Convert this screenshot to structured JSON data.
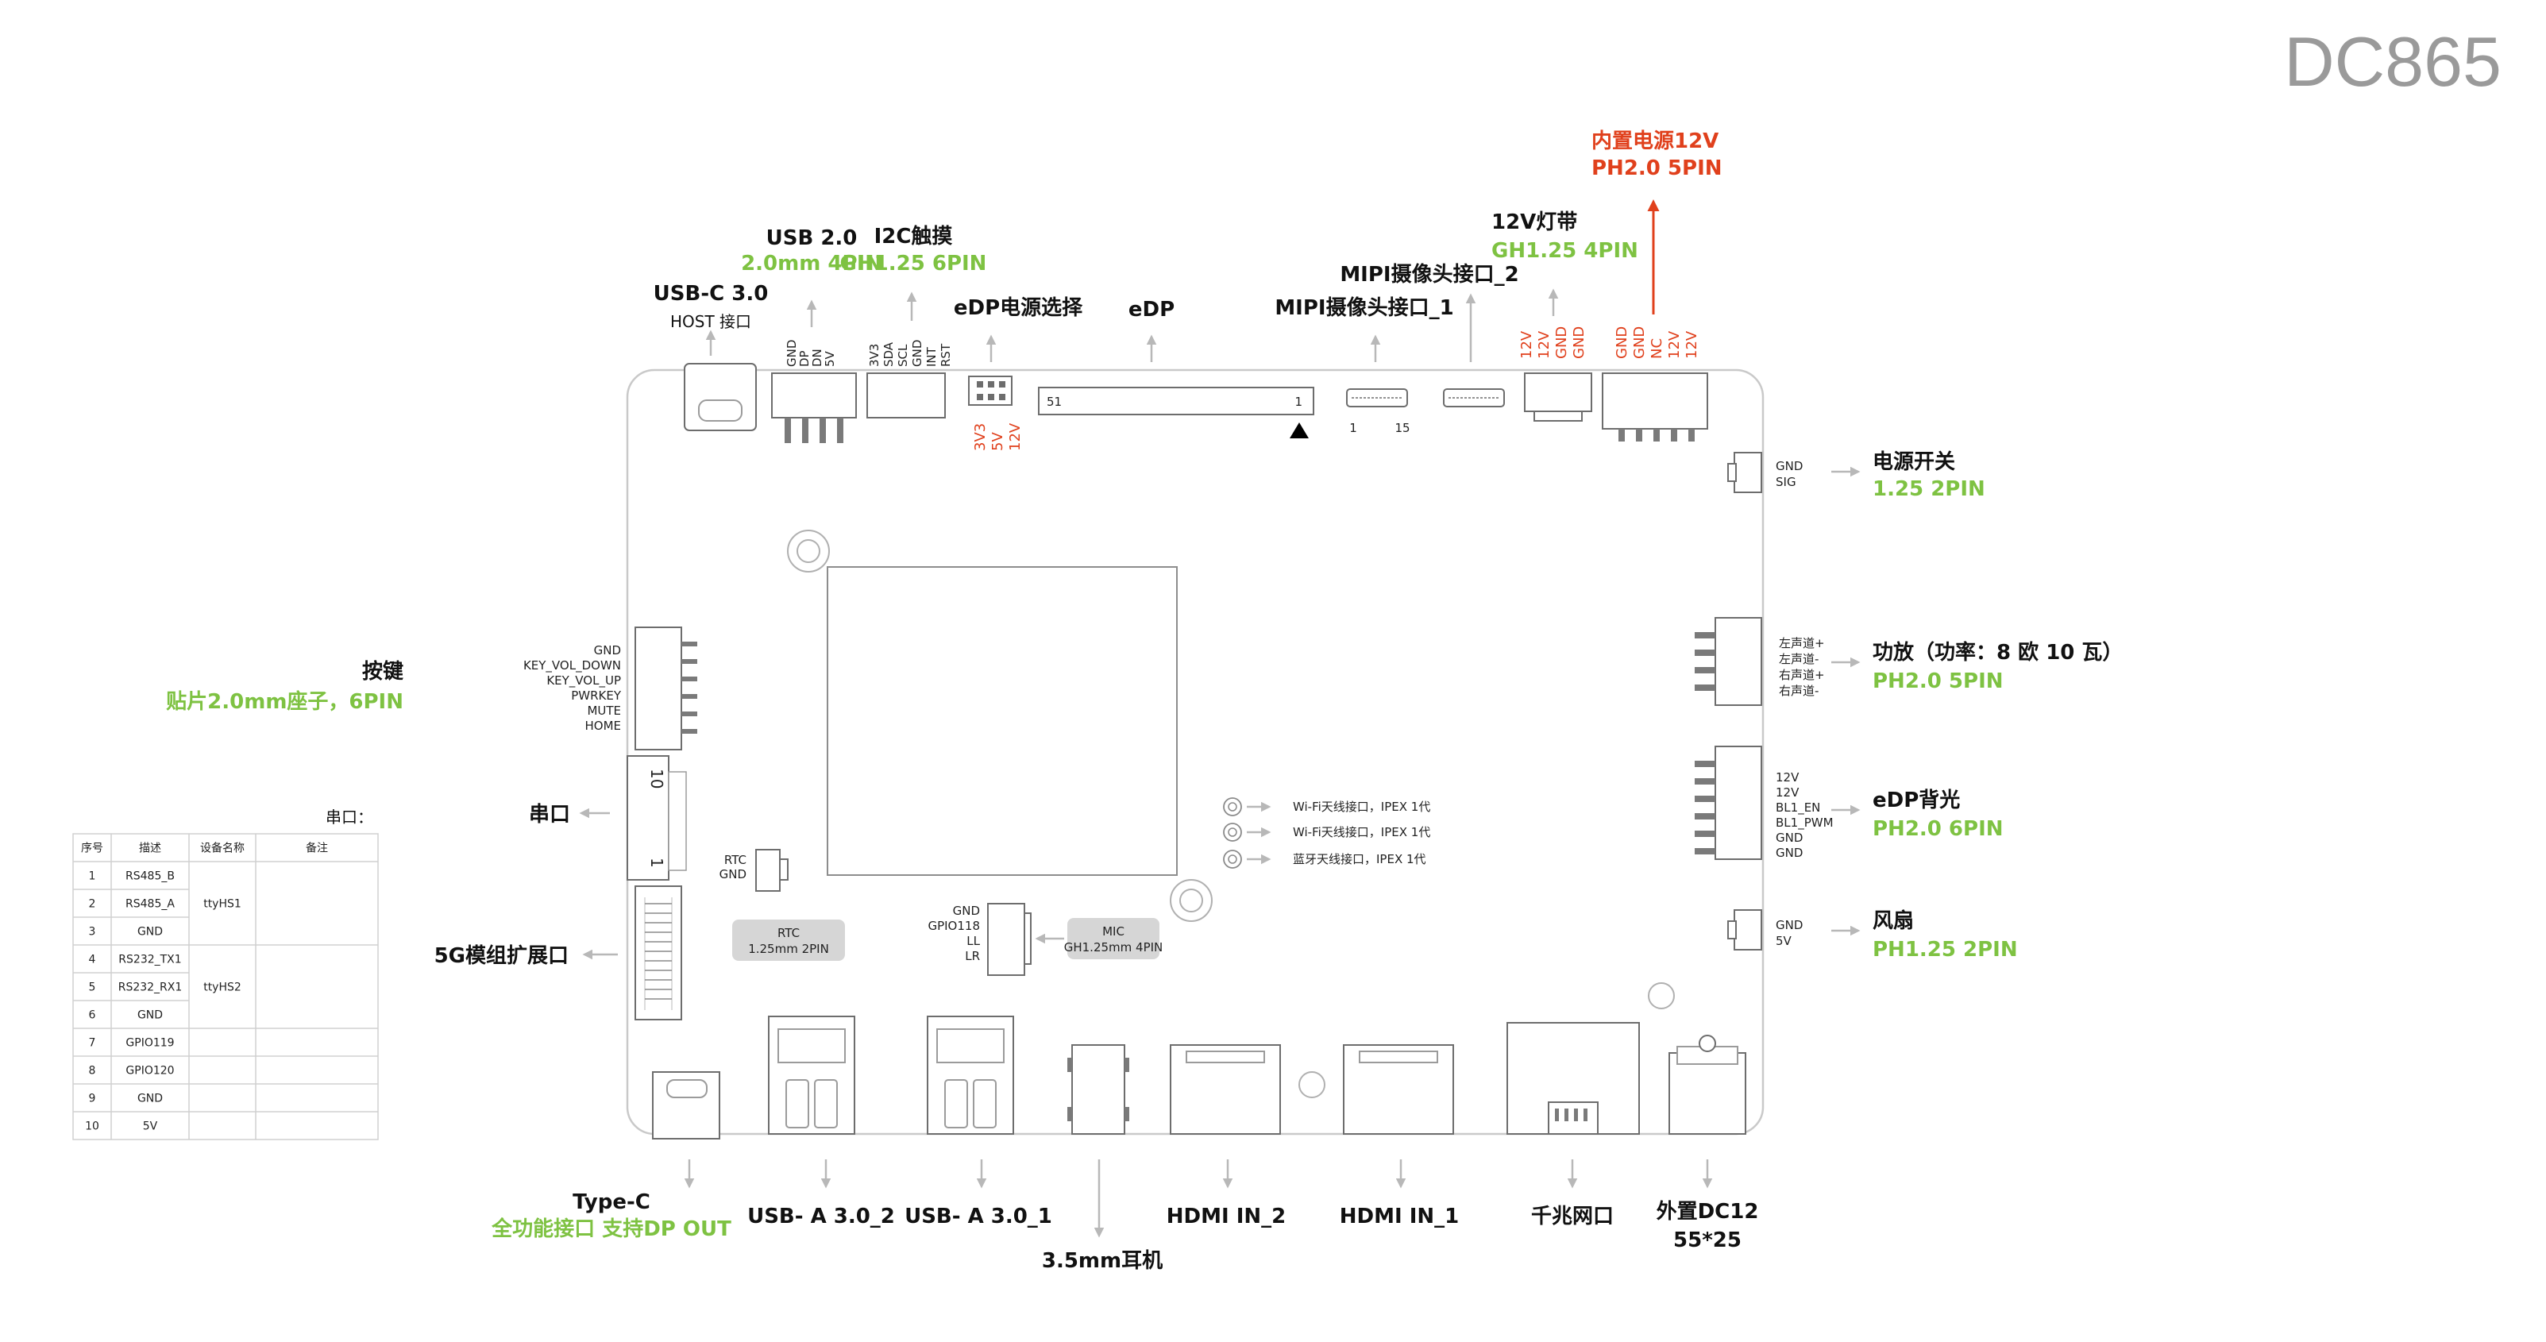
{
  "title": "DC865",
  "top": {
    "usbc": {
      "name": "USB-C 3.0",
      "desc": "HOST 接口"
    },
    "usb2": {
      "name": "USB 2.0",
      "spec": "2.0mm 4PIN",
      "pins": [
        "GND",
        "DP",
        "DN",
        "5V"
      ]
    },
    "i2c": {
      "name": "I2C触摸",
      "spec": "GH1.25 6PIN",
      "pins": [
        "3V3",
        "SDA",
        "SCL",
        "GND",
        "INT",
        "RST"
      ]
    },
    "edp_power": {
      "name": "eDP电源选择",
      "pins": [
        "3V3",
        "5V",
        "12V"
      ]
    },
    "edp": {
      "name": "eDP",
      "pin_left": "51",
      "pin_right": "1"
    },
    "mipi1": {
      "name": "MIPI摄像头接口_1",
      "pin_a": "1",
      "pin_b": "15"
    },
    "mipi2": {
      "name": "MIPI摄像头接口_2"
    },
    "led12v": {
      "name": "12V灯带",
      "spec": "GH1.25 4PIN",
      "pins": [
        "12V",
        "12V",
        "GND",
        "GND"
      ]
    },
    "power_in": {
      "name": "内置电源12V",
      "spec": "PH2.0 5PIN",
      "pins": [
        "GND",
        "GND",
        "NC",
        "12V",
        "12V"
      ]
    }
  },
  "right": {
    "power_switch": {
      "name": "电源开关",
      "spec": "1.25 2PIN",
      "pins": [
        "GND",
        "SIG"
      ]
    },
    "amp": {
      "name": "功放（功率：8 欧 10 瓦）",
      "spec": "PH2.0 5PIN",
      "pins": [
        "左声道+",
        "左声道-",
        "右声道+",
        "右声道-"
      ]
    },
    "edp_backlight": {
      "name": "eDP背光",
      "spec": "PH2.0 6PIN",
      "pins": [
        "12V",
        "12V",
        "BL1_EN",
        "BL1_PWM",
        "GND",
        "GND"
      ]
    },
    "fan": {
      "name": "风扇",
      "spec": "PH1.25 2PIN",
      "pins": [
        "GND",
        "5V"
      ]
    }
  },
  "left": {
    "keys": {
      "name": "按键",
      "spec": "贴片2.0mm座子，6PIN",
      "pins": [
        "GND",
        "KEY_VOL_DOWN",
        "KEY_VOL_UP",
        "PWRKEY",
        "MUTE",
        "HOME"
      ]
    },
    "serial": {
      "name": "串口",
      "pin_top": "10",
      "pin_bottom": "1"
    },
    "ext5g": {
      "name": "5G模组扩展口"
    }
  },
  "inner": {
    "rtc": {
      "pins": [
        "RTC",
        "GND"
      ],
      "tag_line1": "RTC",
      "tag_line2": "1.25mm 2PIN"
    },
    "mic": {
      "pins": [
        "GND",
        "GPIO118",
        "LL",
        "LR"
      ],
      "tag_line1": "MIC",
      "tag_line2": "GH1.25mm 4PIN"
    },
    "antennas": [
      "Wi-Fi天线接口，IPEX 1代",
      "Wi-Fi天线接口，IPEX 1代",
      "蓝牙天线接口，IPEX 1代"
    ]
  },
  "bottom": {
    "typec": {
      "name": "Type-C",
      "desc": "全功能接口 支持DP OUT"
    },
    "usba2": {
      "name": "USB- A 3.0_2"
    },
    "usba1": {
      "name": "USB- A 3.0_1"
    },
    "audio": {
      "name": "3.5mm耳机"
    },
    "hdmi2": {
      "name": "HDMI IN_2"
    },
    "hdmi1": {
      "name": "HDMI IN_1"
    },
    "ethernet": {
      "name": "千兆网口"
    },
    "dc": {
      "name": "外置DC12",
      "size": "55*25"
    }
  },
  "serial_table": {
    "caption": "串口：",
    "headers": [
      "序号",
      "描述",
      "设备名称",
      "备注"
    ],
    "rows": [
      [
        "1",
        "RS485_B"
      ],
      [
        "2",
        "RS485_A"
      ],
      [
        "3",
        "GND"
      ],
      [
        "4",
        "RS232_TX1"
      ],
      [
        "5",
        "RS232_RX1"
      ],
      [
        "6",
        "GND"
      ],
      [
        "7",
        "GPIO119"
      ],
      [
        "8",
        "GPIO120"
      ],
      [
        "9",
        "GND"
      ],
      [
        "10",
        "5V"
      ]
    ],
    "device_groups": [
      {
        "name": "ttyHS1",
        "rows": [
          1,
          3
        ]
      },
      {
        "name": "ttyHS2",
        "rows": [
          4,
          6
        ]
      }
    ]
  },
  "colors": {
    "green": "#7ec242",
    "red": "#e0401c",
    "gray_text": "#9a9a9a",
    "arrow": "#b8b8b8"
  }
}
